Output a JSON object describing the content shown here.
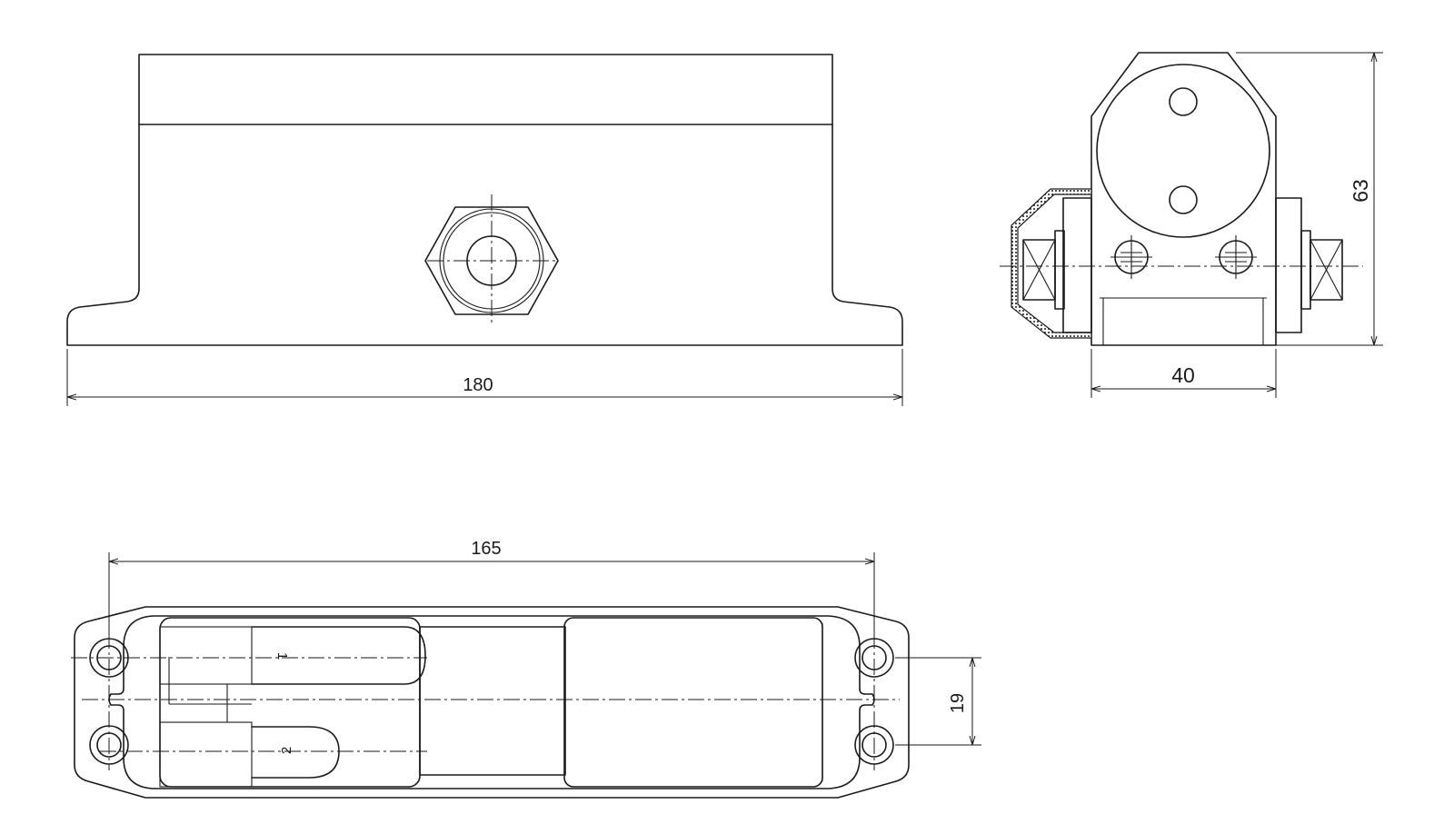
{
  "dimensions": {
    "length_overall": "180",
    "height": "63",
    "width": "40",
    "hole_spacing_long": "165",
    "hole_spacing_short": "19"
  },
  "labels": {
    "contact_1": "1",
    "contact_2": "2"
  }
}
